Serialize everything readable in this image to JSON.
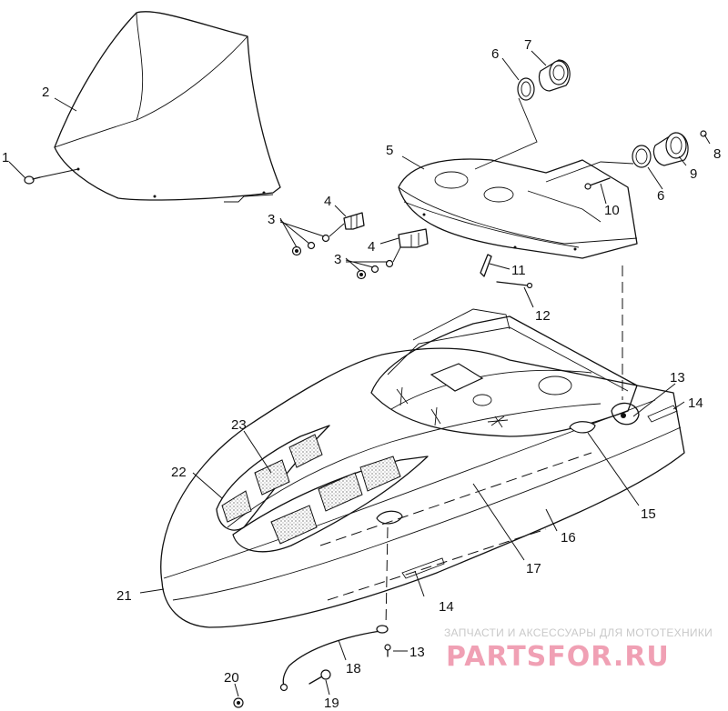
{
  "callouts": [
    {
      "id": "c1",
      "text": "1"
    },
    {
      "id": "c2",
      "text": "2"
    },
    {
      "id": "c3a",
      "text": "3"
    },
    {
      "id": "c3b",
      "text": "3"
    },
    {
      "id": "c4a",
      "text": "4"
    },
    {
      "id": "c4b",
      "text": "4"
    },
    {
      "id": "c5",
      "text": "5"
    },
    {
      "id": "c6a",
      "text": "6"
    },
    {
      "id": "c6b",
      "text": "6"
    },
    {
      "id": "c7",
      "text": "7"
    },
    {
      "id": "c8",
      "text": "8"
    },
    {
      "id": "c9",
      "text": "9"
    },
    {
      "id": "c10",
      "text": "10"
    },
    {
      "id": "c11",
      "text": "11"
    },
    {
      "id": "c12",
      "text": "12"
    },
    {
      "id": "c13a",
      "text": "13"
    },
    {
      "id": "c13b",
      "text": "13"
    },
    {
      "id": "c14a",
      "text": "14"
    },
    {
      "id": "c14b",
      "text": "14"
    },
    {
      "id": "c15",
      "text": "15"
    },
    {
      "id": "c16",
      "text": "16"
    },
    {
      "id": "c17",
      "text": "17"
    },
    {
      "id": "c18",
      "text": "18"
    },
    {
      "id": "c19",
      "text": "19"
    },
    {
      "id": "c20",
      "text": "20"
    },
    {
      "id": "c21",
      "text": "21"
    },
    {
      "id": "c22",
      "text": "22"
    },
    {
      "id": "c23",
      "text": "23"
    }
  ],
  "watermark": {
    "tagline": "ЗАПЧАСТИ И АКСЕССУАРЫ ДЛЯ МОТОТЕХНИКИ",
    "brand": "PARTSFOR.RU"
  }
}
